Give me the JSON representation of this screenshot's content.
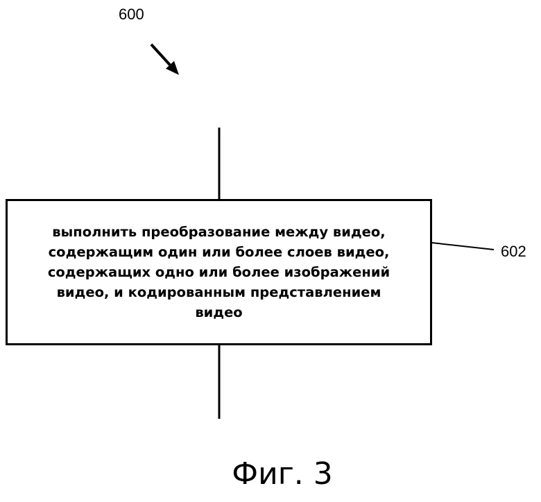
{
  "diagram": {
    "figure_ref": "600",
    "step": {
      "ref": "602",
      "lines": [
        "выполнить преобразование между видео,",
        "содержащим один или более слоев видео,",
        "содержащих одно или более изображений",
        "видео, и кодированным представлением",
        "видео"
      ]
    },
    "caption": "Фиг. 3"
  }
}
